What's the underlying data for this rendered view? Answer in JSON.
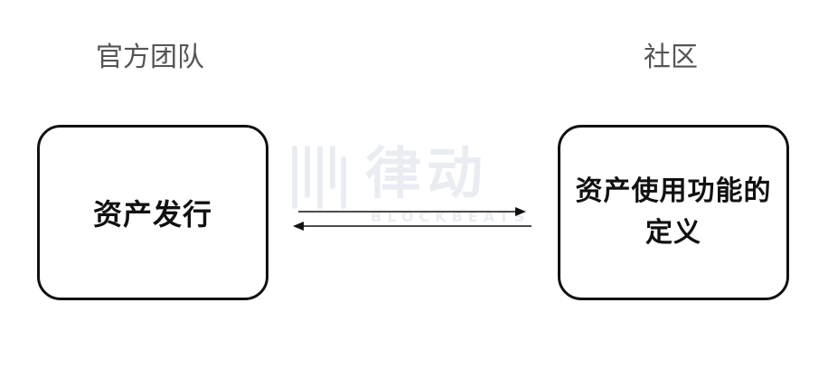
{
  "labels": {
    "left": "官方团队",
    "right": "社区"
  },
  "boxes": {
    "left": "资产发行",
    "right": "资产使用功能的定义"
  },
  "watermark": {
    "word": "律动",
    "sub": "BLOCKBEATS"
  },
  "colors": {
    "label": "#555555",
    "box_border": "#111111",
    "watermark": "#9fb0c6"
  }
}
